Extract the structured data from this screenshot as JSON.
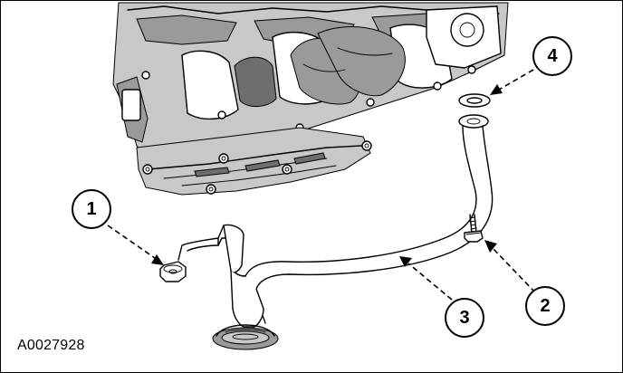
{
  "figure": {
    "code": "A0027928",
    "callouts": [
      {
        "number": "1",
        "item": "bolt"
      },
      {
        "number": "2",
        "item": "bolt"
      },
      {
        "number": "3",
        "item": "oil-pump-screen-cover-and-tube"
      },
      {
        "number": "4",
        "item": "gasket"
      }
    ]
  }
}
